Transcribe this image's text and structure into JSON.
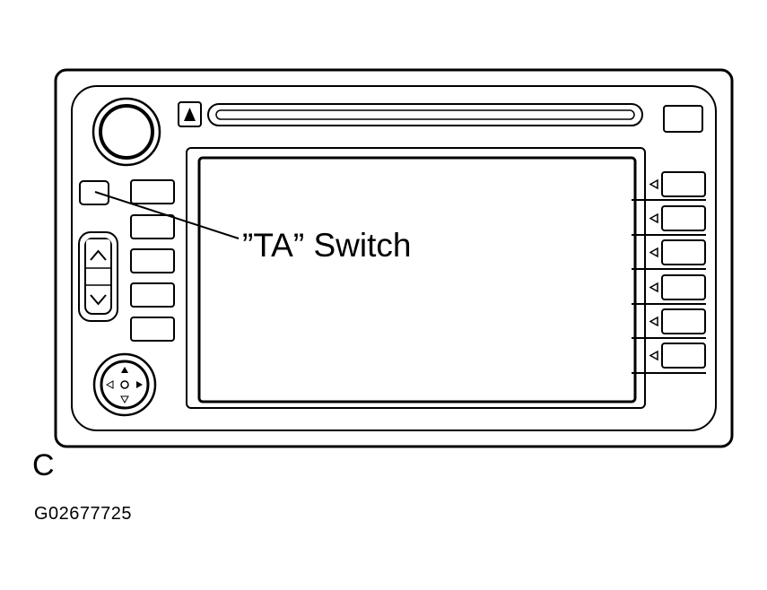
{
  "callout": {
    "label": "”TA” Switch"
  },
  "panel_letter": "C",
  "figure_code": "G02677725",
  "icons": {
    "eject": "eject-triangle-icon",
    "scroll_up": "chevron-up-icon",
    "scroll_down": "chevron-down-icon",
    "preset_indicator": "left-triangle-icon",
    "joystick": "four-way-arrow-pad-icon"
  },
  "colors": {
    "ink": "#000000",
    "background": "#ffffff"
  }
}
